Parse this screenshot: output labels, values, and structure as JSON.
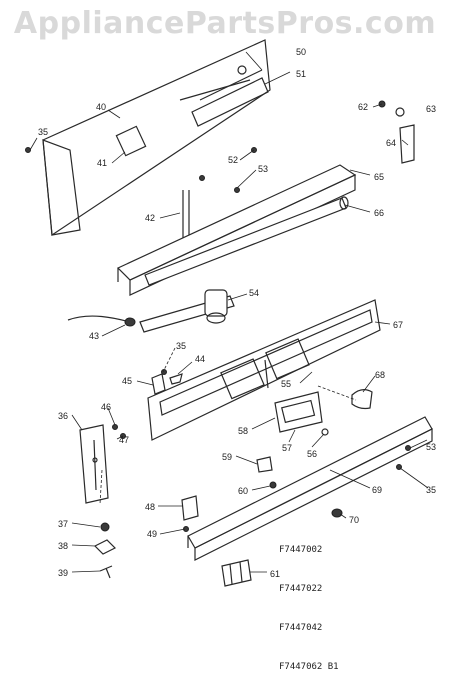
{
  "watermark": "AppliancePartsPros.com",
  "model_codes": [
    "F7447002",
    "F7447022",
    "F7447042",
    "F7447062 B1"
  ],
  "callouts": {
    "c35a": "35",
    "c35b": "35",
    "c35c": "35",
    "c36": "36",
    "c37": "37",
    "c38": "38",
    "c39": "39",
    "c40": "40",
    "c41": "41",
    "c42": "42",
    "c43": "43",
    "c44": "44",
    "c45": "45",
    "c46": "46",
    "c47": "47",
    "c48": "48",
    "c49": "49",
    "c50": "50",
    "c51": "51",
    "c52": "52",
    "c53a": "53",
    "c53b": "53",
    "c54": "54",
    "c55": "55",
    "c56": "56",
    "c57": "57",
    "c58": "58",
    "c59": "59",
    "c60": "60",
    "c61": "61",
    "c62": "62",
    "c63": "63",
    "c64": "64",
    "c65": "65",
    "c66": "66",
    "c67": "67",
    "c68": "68",
    "c69": "69",
    "c70": "70"
  }
}
